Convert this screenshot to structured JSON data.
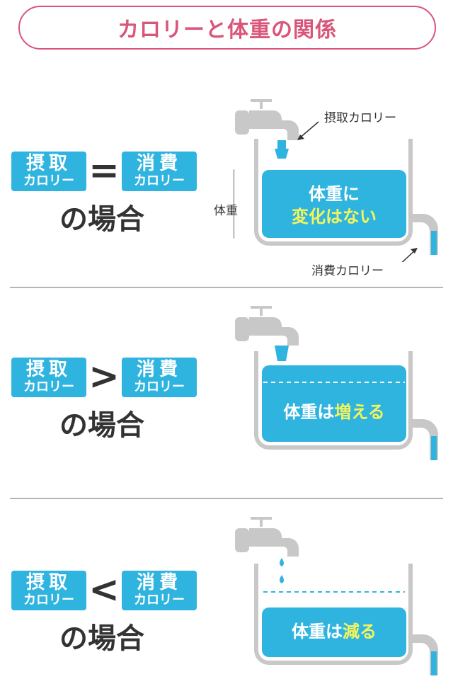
{
  "title": "カロリーと体重の関係",
  "badges": {
    "intake_top": "摂取",
    "intake_bottom": "カロリー",
    "consume_top": "消費",
    "consume_bottom": "カロリー"
  },
  "cases": [
    {
      "operator": "=",
      "case_label": "の場合",
      "result_line1": "体重に",
      "result_highlight": "変化はない"
    },
    {
      "operator": ">",
      "case_label": "の場合",
      "result_prefix": "体重は",
      "result_highlight": "増える"
    },
    {
      "operator": "<",
      "case_label": "の場合",
      "result_prefix": "体重は",
      "result_highlight": "減る"
    }
  ],
  "annotations": {
    "intake": "摂取カロリー",
    "consume": "消費カロリー",
    "weight": "体重"
  },
  "colors": {
    "accent": "#d9567a",
    "water": "#2fb4e0",
    "highlight": "#f5f55a",
    "tank": "#c8c8c8"
  }
}
